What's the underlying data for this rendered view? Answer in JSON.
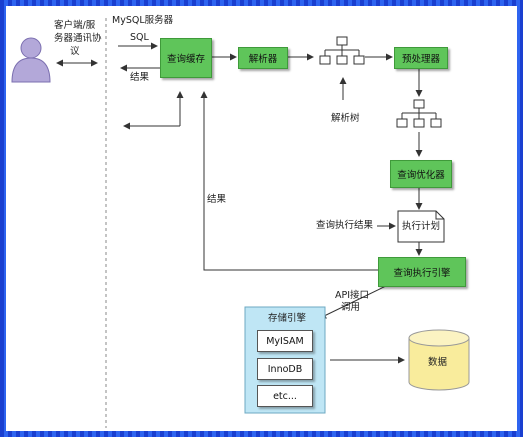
{
  "diagram": {
    "client_label": "客户端/服务器通讯协议",
    "client_label_line1": "客户端/服",
    "client_label_line2": "务器通讯协",
    "client_label_line3": "议",
    "server_label": "MySQL服务器",
    "sql_label": "SQL",
    "result_label_top": "结果",
    "result_label_left": "结果",
    "parse_tree_label": "解析树",
    "exec_result_label": "查询执行结果",
    "api_label_line1": "API接口",
    "api_label_line2": "调用",
    "nodes": {
      "query_cache": "查询缓存",
      "parser": "解析器",
      "preprocessor": "预处理器",
      "optimizer": "查询优化器",
      "exec_plan": "执行计划",
      "exec_engine": "查询执行引擎",
      "storage_engine": "存储引擎",
      "myisam": "MyISAM",
      "innodb": "InnoDB",
      "etc": "etc...",
      "data": "数据"
    }
  },
  "colors": {
    "green": "#5fc55a",
    "storage_bg": "#bfe6f5",
    "data_cylinder": "#f9ec9c",
    "frame": "#1e4fd6"
  }
}
